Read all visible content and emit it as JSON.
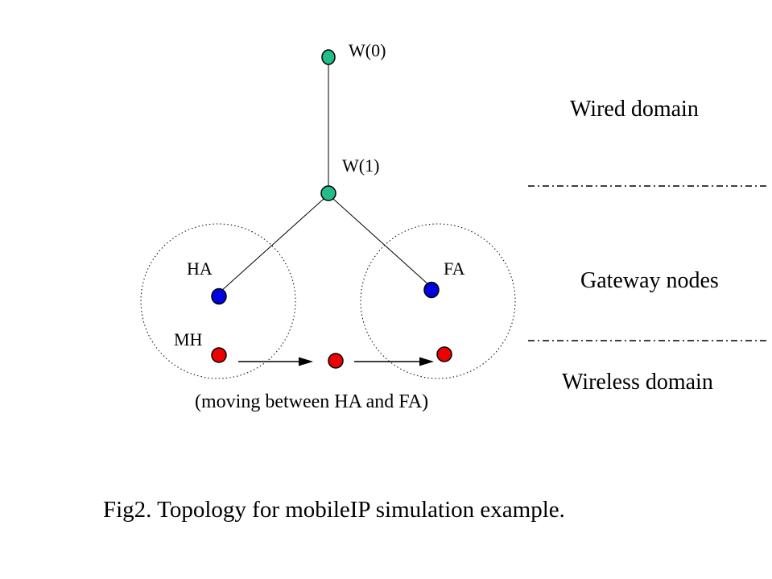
{
  "figure": {
    "caption": "Fig2. Topology for mobileIP simulation example.",
    "moving_note": "(moving between HA and FA)"
  },
  "domain_labels": {
    "wired": "Wired domain",
    "gateway": "Gateway nodes",
    "wireless": "Wireless domain"
  },
  "nodes": {
    "w0": {
      "label": "W(0)",
      "color": "#21BE8C",
      "type": "wired-node"
    },
    "w1": {
      "label": "W(1)",
      "color": "#21BE8C",
      "type": "wired-node"
    },
    "ha": {
      "label": "HA",
      "color": "#0000E0",
      "type": "gateway-node"
    },
    "fa": {
      "label": "FA",
      "color": "#0000E0",
      "type": "gateway-node"
    },
    "mh": {
      "label": "MH",
      "color": "#EE0000",
      "type": "mobile-host"
    },
    "mh_middle": {
      "color": "#EE0000",
      "type": "mobile-host-position"
    },
    "mh_at_fa": {
      "color": "#EE0000",
      "type": "mobile-host-position"
    }
  },
  "colors": {
    "line": "#000000",
    "background": "#FFFFFF"
  }
}
